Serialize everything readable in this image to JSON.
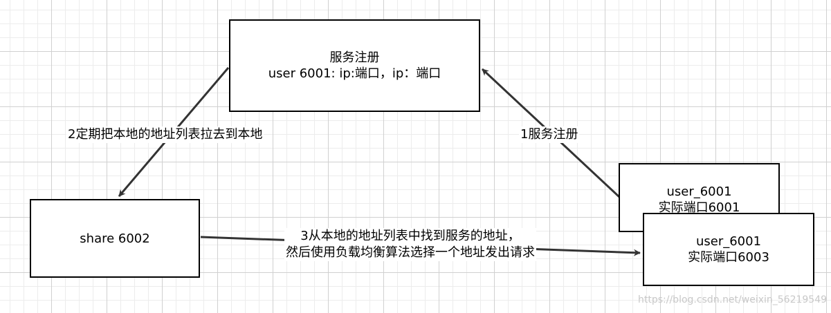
{
  "nodes": {
    "registry": {
      "title": "服务注册",
      "detail": "user  6001: ip:端口，ip：端口"
    },
    "share": {
      "label": "share  6002"
    },
    "user_primary": {
      "name": "user_6001",
      "port": "实际端口6001"
    },
    "user_secondary": {
      "name": "user_6001",
      "port": "实际端口6003"
    }
  },
  "edges": {
    "pull": {
      "label": "2定期把本地的地址列表拉去到本地"
    },
    "register": {
      "label": "1服务注册"
    },
    "request": {
      "line1": "3从本地的地址列表中找到服务的地址，",
      "line2": "然后使用负载均衡算法选择一个地址发出请求"
    }
  },
  "watermark": "https://blog.csdn.net/weixin_56219549",
  "colors": {
    "line": "#333333",
    "border": "#000000",
    "grid": "#d0d0d0"
  }
}
